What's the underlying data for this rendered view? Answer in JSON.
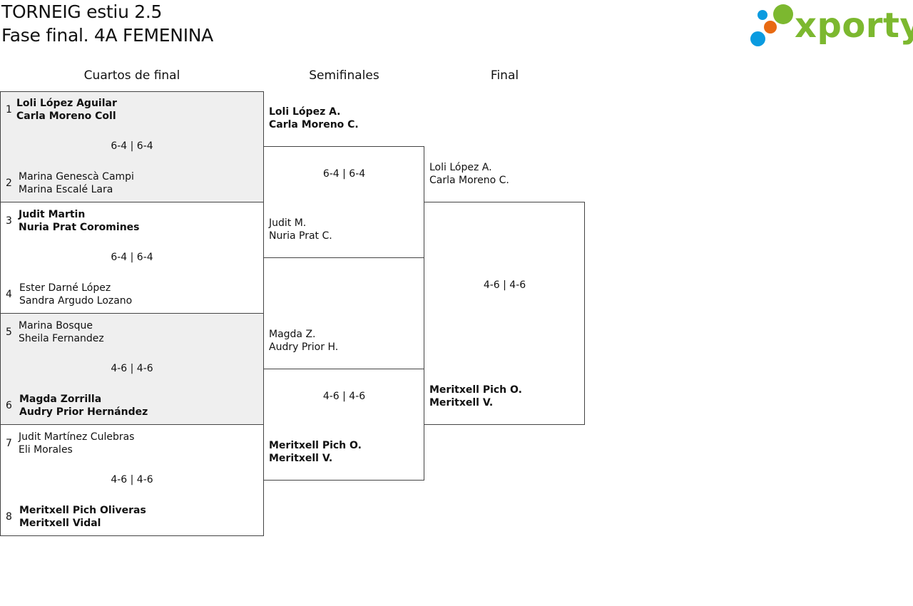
{
  "header": {
    "title_line1": "TORNEIG estiu 2.5",
    "title_line2": "Fase final. 4A FEMENINA"
  },
  "logo": {
    "text": "xporty",
    "dot_colors": [
      "#0a9be0",
      "#7cb82f",
      "#e86a12",
      "#0a9be0"
    ],
    "text_color": "#7cb82f"
  },
  "rounds": {
    "quarters": "Cuartos de final",
    "semis": "Semifinales",
    "final": "Final"
  },
  "quarters": [
    {
      "top": {
        "seed": "1",
        "p1": "Loli López Aguilar",
        "p2": "Carla Moreno Coll",
        "winner": true
      },
      "score": "6-4 | 6-4",
      "bottom": {
        "seed": "2",
        "p1": "Marina Genescà Campi",
        "p2": "Marina Escalé Lara",
        "winner": false
      }
    },
    {
      "top": {
        "seed": "3",
        "p1": "Judit Martin",
        "p2": "Nuria Prat Coromines",
        "winner": true
      },
      "score": "6-4 | 6-4",
      "bottom": {
        "seed": "4",
        "p1": "Ester Darné López",
        "p2": "Sandra Argudo Lozano",
        "winner": false
      }
    },
    {
      "top": {
        "seed": "5",
        "p1": "Marina Bosque",
        "p2": "Sheila Fernandez",
        "winner": false
      },
      "score": "4-6 | 4-6",
      "bottom": {
        "seed": "6",
        "p1": "Magda Zorrilla",
        "p2": "Audry Prior Hernández",
        "winner": true
      }
    },
    {
      "top": {
        "seed": "7",
        "p1": "Judit Martínez Culebras",
        "p2": "Eli Morales",
        "winner": false
      },
      "score": "4-6 | 4-6",
      "bottom": {
        "seed": "8",
        "p1": "Meritxell Pich Oliveras",
        "p2": "Meritxell Vidal",
        "winner": true
      }
    }
  ],
  "semis": [
    {
      "top": {
        "p1": "Loli López A.",
        "p2": "Carla Moreno C.",
        "winner": true
      },
      "score": "6-4 | 6-4",
      "bottom": {
        "p1": "Judit M.",
        "p2": "Nuria Prat C.",
        "winner": false
      }
    },
    {
      "top": {
        "p1": "Magda Z.",
        "p2": "Audry Prior H.",
        "winner": false
      },
      "score": "4-6 | 4-6",
      "bottom": {
        "p1": "Meritxell Pich O.",
        "p2": "Meritxell V.",
        "winner": true
      }
    }
  ],
  "final": {
    "top": {
      "p1": "Loli López A.",
      "p2": "Carla Moreno C.",
      "winner": false
    },
    "score": "4-6 | 4-6",
    "bottom": {
      "p1": "Meritxell Pich O.",
      "p2": "Meritxell V.",
      "winner": true
    }
  }
}
